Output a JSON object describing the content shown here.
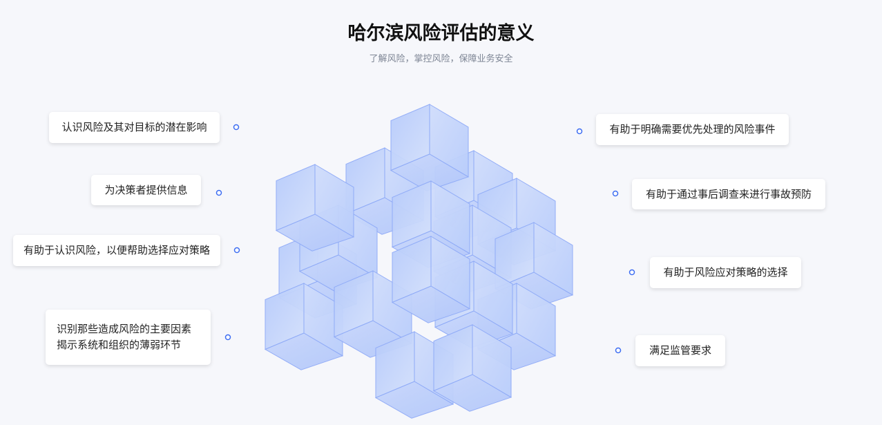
{
  "header": {
    "title": "哈尔滨风险评估的意义",
    "subtitle": "了解风险，掌控风险，保障业务安全"
  },
  "left_items": [
    {
      "lines": [
        "认识风险及其对目标的潜在影响"
      ]
    },
    {
      "lines": [
        "为决策者提供信息"
      ]
    },
    {
      "lines": [
        "有助于认识风险，以便帮助选择应对策略"
      ]
    },
    {
      "lines": [
        "识别那些造成风险的主要因素",
        "揭示系统和组织的薄弱环节"
      ]
    }
  ],
  "right_items": [
    {
      "lines": [
        "有助于明确需要优先处理的风险事件"
      ]
    },
    {
      "lines": [
        "有助于通过事后调查来进行事故预防"
      ]
    },
    {
      "lines": [
        "有助于风险应对策略的选择"
      ]
    },
    {
      "lines": [
        "满足监管要求"
      ]
    }
  ],
  "colors": {
    "accent": "#3d6df2",
    "cube_fill": "#c9d8fb",
    "cube_stroke": "#8eaaf7",
    "background": "#f6f7fb"
  }
}
